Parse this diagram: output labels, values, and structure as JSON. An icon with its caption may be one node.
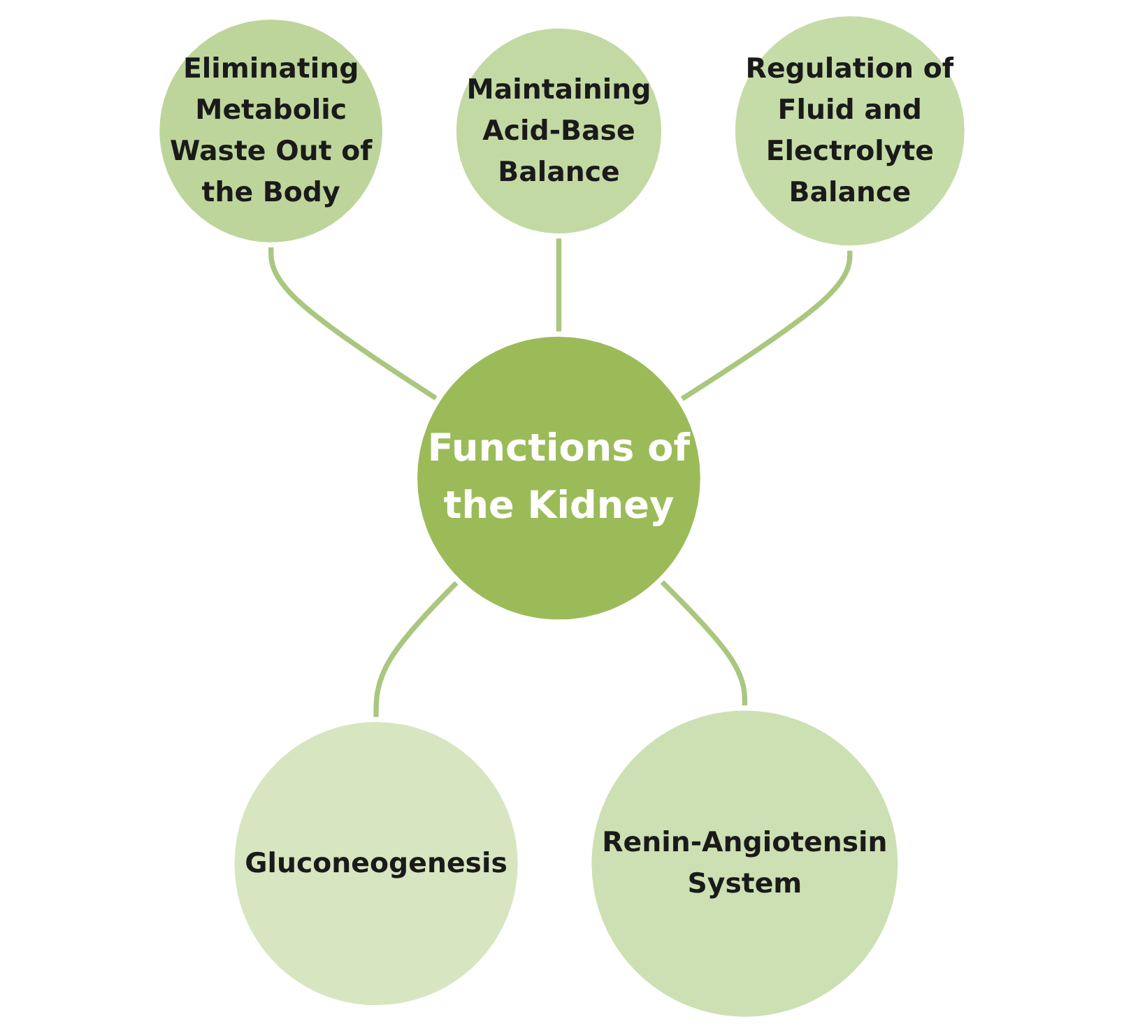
{
  "diagram": {
    "nodes": [
      {
        "text": [
          "Eliminating Metabolic Waste Out of the Body"
        ]
      },
      {
        "text": [
          "Maintaining Acid-Base Balance"
        ]
      },
      {
        "text": [
          "Regulation of Fluid and Electrolyte Balance"
        ]
      },
      {
        "text": [
          "Functions of the Kidney"
        ]
      },
      {
        "text": [
          "Gluconeogenesis"
        ]
      },
      {
        "text": [
          "Renin-Angiotensin System"
        ]
      }
    ],
    "edges": [
      {
        "from": 0,
        "to": 3,
        "arrow": "none"
      },
      {
        "from": 1,
        "to": 3,
        "arrow": "none"
      },
      {
        "from": 2,
        "to": 3,
        "arrow": "none"
      },
      {
        "from": 3,
        "to": 4,
        "arrow": "none"
      },
      {
        "from": 3,
        "to": 5,
        "arrow": "none"
      }
    ]
  }
}
